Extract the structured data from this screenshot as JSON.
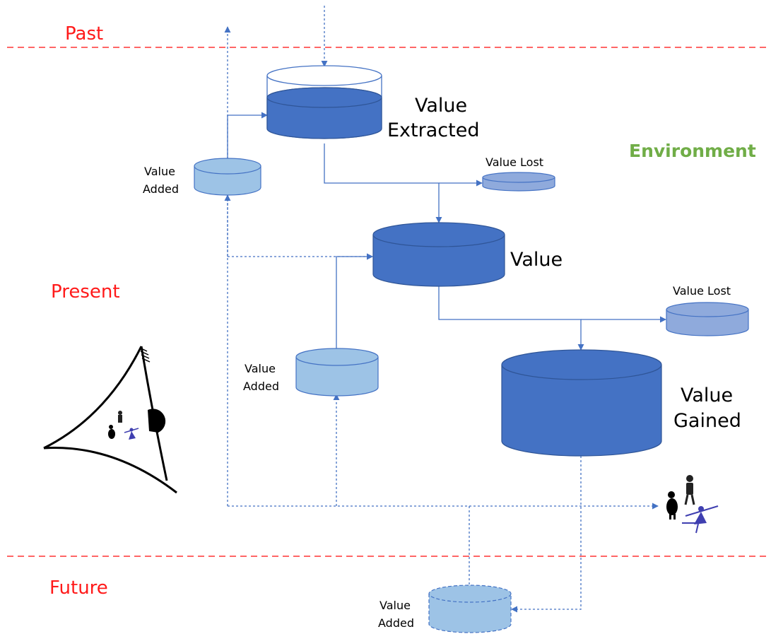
{
  "time_labels": {
    "past": "Past",
    "present": "Present",
    "future": "Future"
  },
  "environment_label": "Environment",
  "stocks": {
    "value_extracted": "Value Extracted",
    "value": "Value",
    "value_gained": "Value Gained",
    "value_lost_top": "Value Lost",
    "value_lost_mid": "Value Lost",
    "value_added_top": "Value Added",
    "value_added_mid": "Value Added",
    "value_added_future": "Value Added"
  },
  "colors": {
    "dark_blue": "#4472c4",
    "mid_blue": "#8faadc",
    "light_blue": "#9dc3e6",
    "separator_red": "#ff3333",
    "time_label_red": "#ff1a1a",
    "environment_green": "#70ad47"
  },
  "icons": [
    "eye-icon",
    "people-icon"
  ]
}
